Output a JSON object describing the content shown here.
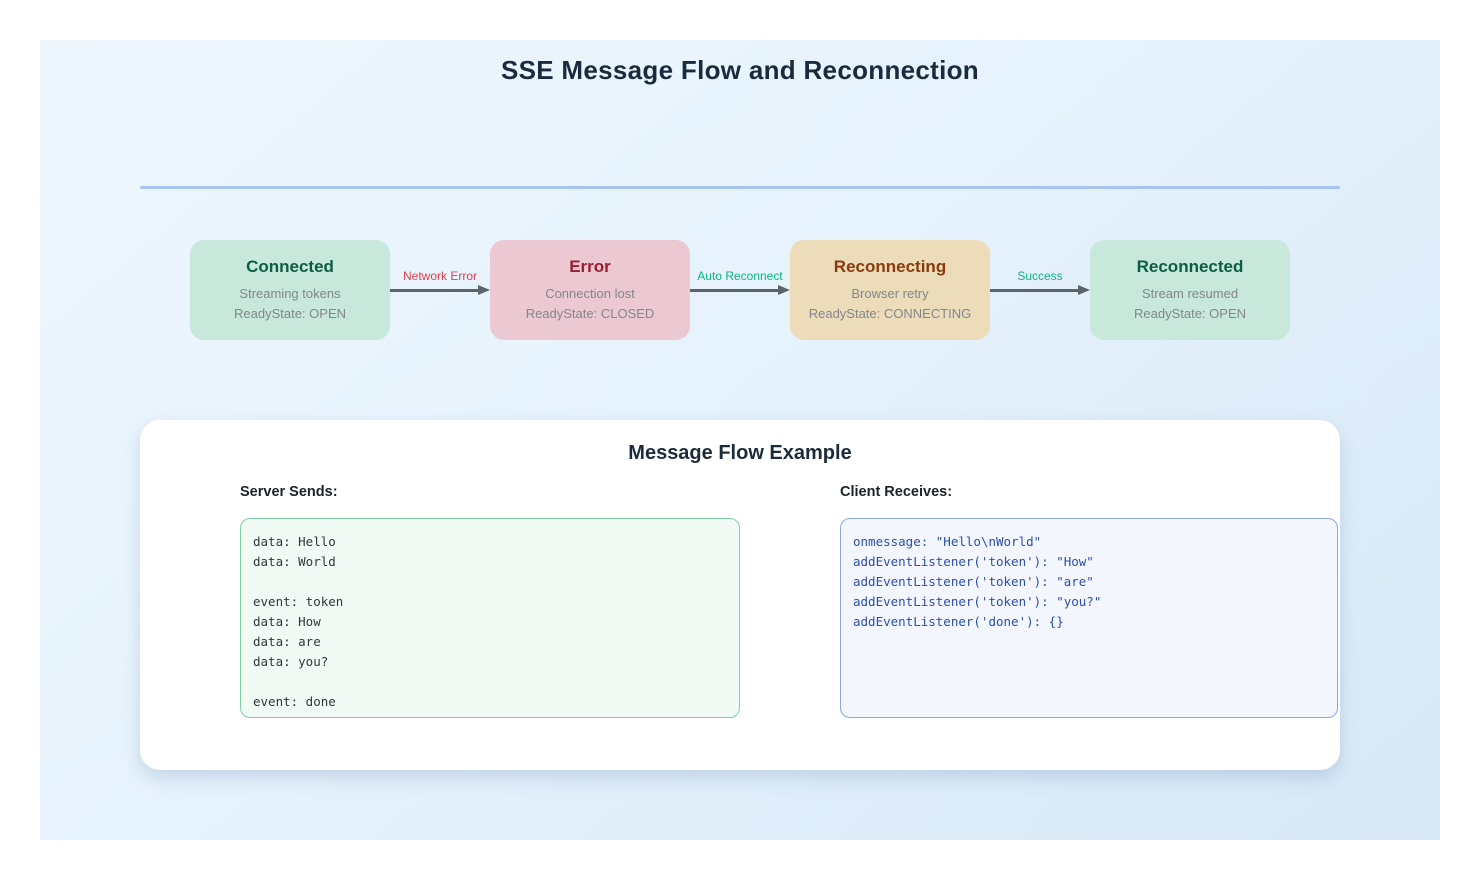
{
  "title": "SSE Message Flow and Reconnection",
  "colors": {
    "panel_bg_top": "#eef7fe",
    "panel_bg_bottom": "#d7e8f7",
    "divider": "#a9c4ef",
    "state_green_bg": "#c7e8db",
    "state_green_title": "#0b5d45",
    "state_red_bg": "#ecc9d2",
    "state_red_title": "#9e1c31",
    "state_amber_bg": "#ecdcba",
    "state_amber_title": "#8c3a0c",
    "state_subtext": "#82878c",
    "arrow": "#5a646b",
    "label_error_red": "#e03e4d",
    "label_success_green": "#0ab583",
    "server_box_border": "#7fd0a5",
    "client_box_border": "#8ba6e0",
    "client_code_text": "#2b4fad"
  },
  "diagram": {
    "states": [
      {
        "name": "Connected",
        "line1": "Streaming tokens",
        "line2": "ReadyState: OPEN"
      },
      {
        "name": "Error",
        "line1": "Connection lost",
        "line2": "ReadyState: CLOSED"
      },
      {
        "name": "Reconnecting",
        "line1": "Browser retry",
        "line2": "ReadyState: CONNECTING"
      },
      {
        "name": "Reconnected",
        "line1": "Stream resumed",
        "line2": "ReadyState: OPEN"
      }
    ],
    "transitions": [
      {
        "label": "Network Error"
      },
      {
        "label": "Auto Reconnect"
      },
      {
        "label": "Success"
      }
    ]
  },
  "example": {
    "title": "Message Flow Example",
    "server_label": "Server Sends:",
    "client_label": "Client Receives:",
    "server_lines": [
      "data: Hello",
      "data: World",
      "",
      "event: token",
      "data: How",
      "data: are",
      "data: you?",
      "",
      "event: done"
    ],
    "client_lines": [
      "onmessage: \"Hello\\nWorld\"",
      "addEventListener('token'): \"How\"",
      "addEventListener('token'): \"are\"",
      "addEventListener('token'): \"you?\"",
      "addEventListener('done'): {}"
    ]
  }
}
